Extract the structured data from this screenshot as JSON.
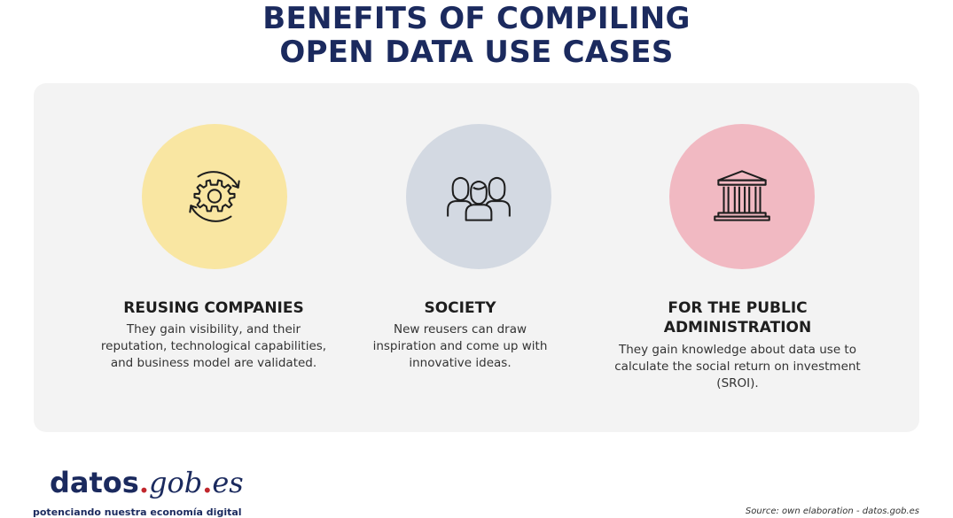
{
  "title": {
    "line1": "BENEFITS OF COMPILING",
    "line2": "OPEN DATA USE CASES"
  },
  "columns": [
    {
      "heading": "REUSING COMPANIES",
      "description": "They gain visibility, and their reputation, technological capabilities, and business model are validated.",
      "icon": "gear-cycle-icon",
      "circle_color": "#f9e6a2"
    },
    {
      "heading": "SOCIETY",
      "description": "New reusers can draw inspiration and come up with innovative ideas.",
      "icon": "people-group-icon",
      "circle_color": "#d3d9e2"
    },
    {
      "heading": "FOR THE PUBLIC ADMINISTRATION",
      "description": "They gain knowledge about data use to calculate the social return on investment (SROI).",
      "icon": "government-building-icon",
      "circle_color": "#f1b9c2"
    }
  ],
  "logo": {
    "part1": "datos",
    "dot1": ".",
    "part2": "gob",
    "dot2": ".",
    "part3": "es",
    "tagline": "potenciando nuestra economía digital"
  },
  "source": "Source: own elaboration - datos.gob.es",
  "colors": {
    "title": "#1b2a5e",
    "panel_background": "#f3f3f3",
    "logo_dot": "#c1272d"
  }
}
